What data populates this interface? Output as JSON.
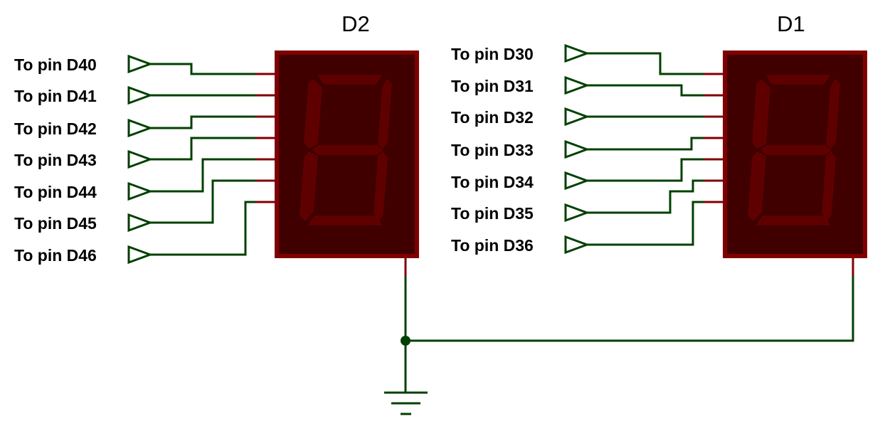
{
  "displays": [
    {
      "id": "D2",
      "label": "D2",
      "inputs": [
        "To pin D40",
        "To pin D41",
        "To pin D42",
        "To pin D43",
        "To pin D44",
        "To pin D45",
        "To pin D46"
      ]
    },
    {
      "id": "D1",
      "label": "D1",
      "inputs": [
        "To pin D30",
        "To pin D31",
        "To pin D32",
        "To pin D33",
        "To pin D34",
        "To pin D35",
        "To pin D36"
      ]
    }
  ],
  "colors": {
    "wire": "#004000",
    "display_body": "#400000",
    "display_border": "#800000",
    "segment_off": "#5e0000",
    "pin": "#800000"
  },
  "ground_symbol": "ground-icon"
}
